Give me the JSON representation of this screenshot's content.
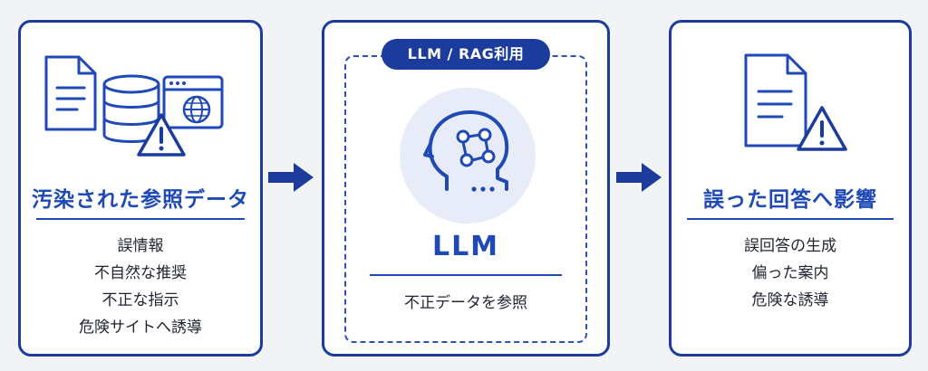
{
  "colors": {
    "primary": "#1e49b6",
    "dark": "#1b3c9c",
    "warn_bg": "#ffffff"
  },
  "card1": {
    "title": "汚染された参照データ",
    "items": [
      "誤情報",
      "不自然な推奨",
      "不正な指示",
      "危険サイトへ誘導"
    ],
    "icons": [
      "document-icon",
      "database-icon",
      "browser-globe-icon",
      "warning-icon"
    ]
  },
  "card2": {
    "badge": "LLM / RAG利用",
    "title": "LLM",
    "subtitle": "不正データを参照",
    "icons": [
      "ai-head-icon"
    ]
  },
  "card3": {
    "title": "誤った回答へ影響",
    "items": [
      "誤回答の生成",
      "偏った案内",
      "危険な誘導"
    ],
    "icons": [
      "document-icon",
      "warning-icon"
    ]
  },
  "arrows": [
    "arrow-right-icon",
    "arrow-right-icon"
  ]
}
